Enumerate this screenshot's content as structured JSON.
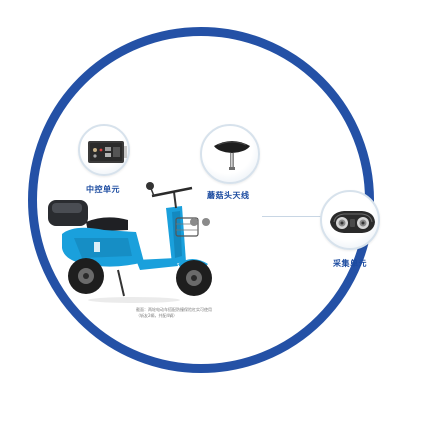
{
  "components": {
    "control_unit": {
      "label": "中控单元",
      "icon": "control-unit-box"
    },
    "antenna": {
      "label": "蘑菇头天线",
      "icon": "mushroom-antenna"
    },
    "collector": {
      "label": "采集单元",
      "icon": "camera-collector"
    }
  },
  "note": {
    "line1": "截面：两轮电动车搭配防撞保险杠实可使用",
    "line2": "（斩友2辆，共配4辆）"
  },
  "colors": {
    "ring": "#2451a6",
    "label": "#1b4ba0",
    "scooter_body": "#1aa0dc"
  }
}
